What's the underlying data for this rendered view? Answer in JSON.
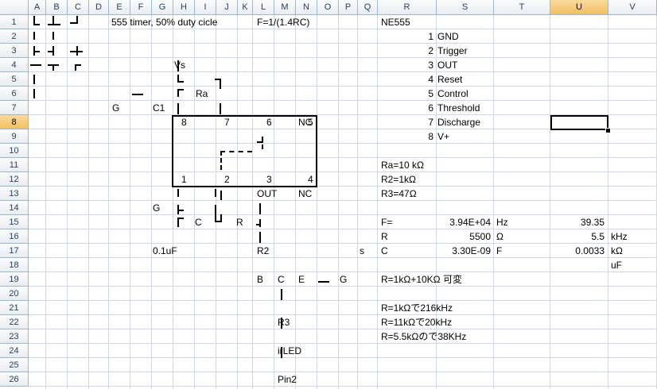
{
  "columns": [
    "A",
    "B",
    "C",
    "D",
    "E",
    "F",
    "G",
    "H",
    "I",
    "J",
    "K",
    "L",
    "M",
    "N",
    "O",
    "P",
    "Q",
    "R",
    "S",
    "T",
    "U",
    "V"
  ],
  "rows": [
    "1",
    "2",
    "3",
    "4",
    "5",
    "6",
    "7",
    "8",
    "9",
    "10",
    "11",
    "12",
    "13",
    "14",
    "15",
    "16",
    "17",
    "18",
    "19",
    "20",
    "21",
    "22",
    "23",
    "24",
    "25",
    "26"
  ],
  "selected": {
    "column": "U",
    "row": "8"
  },
  "cells": {
    "title": "555 timer, 50% duty cicle",
    "formula": "F=1/(1.4RC)",
    "chip": "NE555",
    "vs": "Vs",
    "ra": "Ra",
    "g_left": "G",
    "c1": "C1",
    "nc_top": "NC",
    "g_lower": "G",
    "c": "C",
    "r": "R",
    "cap_value": "0.1uF",
    "r2": "R2",
    "s": "s",
    "out": "OUT",
    "nc_bottom": "NC",
    "b": "B",
    "c_tr": "C",
    "e": "E",
    "g_tr": "G",
    "r3": "R3",
    "irled": "irLED",
    "pin2": "Pin2"
  },
  "chip_pins_top": [
    "8",
    "7",
    "6",
    "5"
  ],
  "chip_pins_bottom": [
    "1",
    "2",
    "3",
    "4"
  ],
  "pinout": [
    {
      "num": "1",
      "name": "GND"
    },
    {
      "num": "2",
      "name": "Trigger"
    },
    {
      "num": "3",
      "name": "OUT"
    },
    {
      "num": "4",
      "name": "Reset"
    },
    {
      "num": "5",
      "name": "Control"
    },
    {
      "num": "6",
      "name": "Threshold"
    },
    {
      "num": "7",
      "name": "Discharge"
    },
    {
      "num": "8",
      "name": "V+"
    }
  ],
  "resistors": [
    "Ra=10 kΩ",
    "R2=1kΩ",
    "R3=47Ω"
  ],
  "calc": {
    "f_label": "F=",
    "f_value": "3.94E+04",
    "f_unit": "Hz",
    "f_u": "39.35",
    "r_label": "R",
    "r_value": "5500",
    "r_unit": "Ω",
    "r_u": "5.5",
    "r_u_unit": "kHz",
    "c_label": "C",
    "c_value": "3.30E-09",
    "c_unit": "F",
    "c_u": "0.0033",
    "c_u_unit": "kΩ",
    "uf": "uF"
  },
  "notes": [
    "R=1kΩ+10KΩ 可変",
    "R=1kΩで216kHz",
    "R=11kΩで20kHz",
    "R=5.5kΩので38KHz"
  ]
}
